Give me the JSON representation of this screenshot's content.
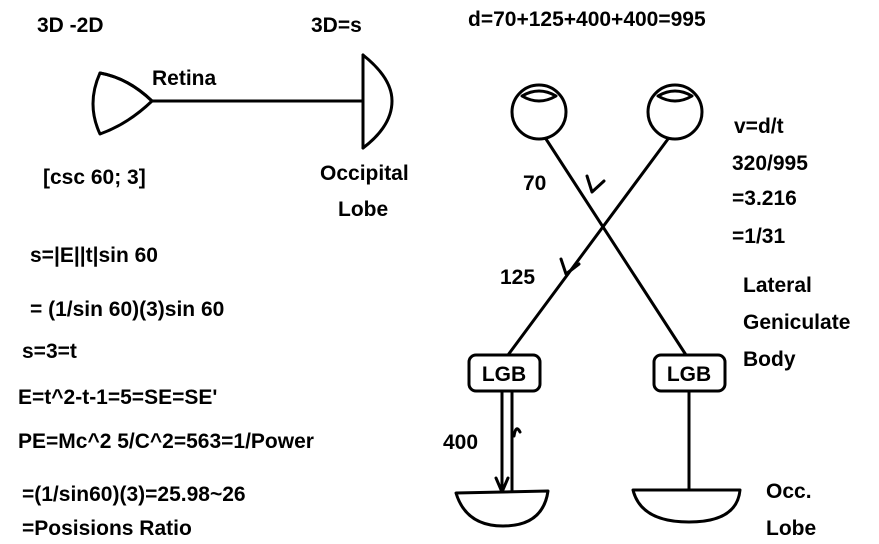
{
  "header": {
    "left_title": "3D -2D",
    "mid_title": "3D=s",
    "distance_eq": "d=70+125+400+400=995"
  },
  "eye_diagram": {
    "retina_label": "Retina",
    "bracket_label": "[csc 60; 3]",
    "occipital_line1": "Occipital",
    "occipital_line2": "Lobe"
  },
  "equations": [
    "s=|E||t|sin 60",
    "= (1/sin 60)(3)sin 60",
    "s=3=t",
    "E=t^2-t-1=5=SE=SE'",
    "PE=Mc^2  5/C^2=563=1/Power",
    "=(1/sin60)(3)=25.98~26",
    "=Posisions Ratio"
  ],
  "pathway": {
    "seg1": "70",
    "seg2": "125",
    "seg3": "400",
    "lgb": "LGB"
  },
  "velocity": [
    "v=d/t",
    "320/995",
    "=3.216",
    "=1/31"
  ],
  "lgb_desc": [
    "Lateral",
    "Geniculate",
    "Body"
  ],
  "occ_lobe": [
    "Occ.",
    "Lobe"
  ]
}
